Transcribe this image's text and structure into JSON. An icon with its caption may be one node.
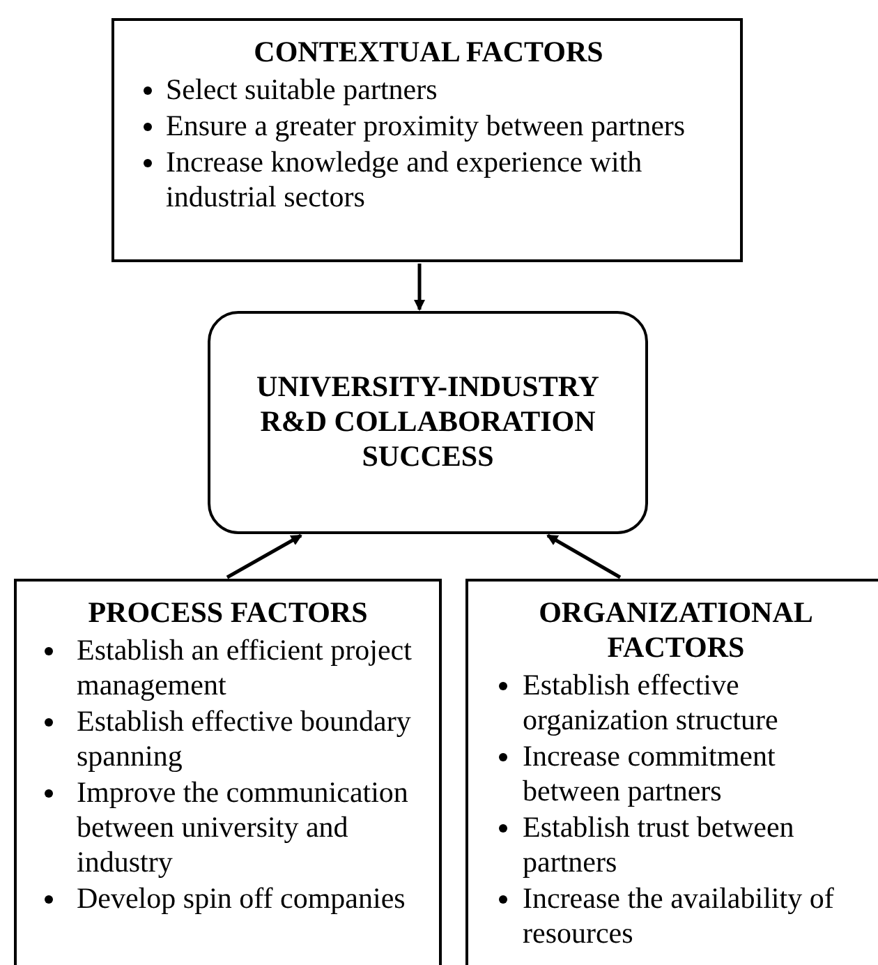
{
  "diagram": {
    "nodes": [
      {
        "text": [
          "CONTEXTUAL FACTORS",
          "Select suitable partners",
          "Ensure a greater proximity between partners",
          "Increase knowledge and experience with industrial sectors"
        ]
      },
      {
        "text": [
          "UNIVERSITY-INDUSTRY R&D COLLABORATION SUCCESS"
        ]
      },
      {
        "text": [
          "PROCESS FACTORS",
          "Establish an efficient project management",
          "Establish effective boundary spanning",
          "Improve the communication between university and industry",
          "Develop spin off companies"
        ]
      },
      {
        "text": [
          "ORGANIZATIONAL FACTORS",
          "Establish effective organization structure",
          "Increase commitment between partners",
          "Establish trust between partners",
          "Increase the availability of resources"
        ]
      }
    ],
    "edges": [
      {
        "from": 0,
        "to": 1,
        "arrow": "to"
      },
      {
        "from": 2,
        "to": 1,
        "arrow": "to"
      },
      {
        "from": 3,
        "to": 1,
        "arrow": "to"
      }
    ]
  }
}
